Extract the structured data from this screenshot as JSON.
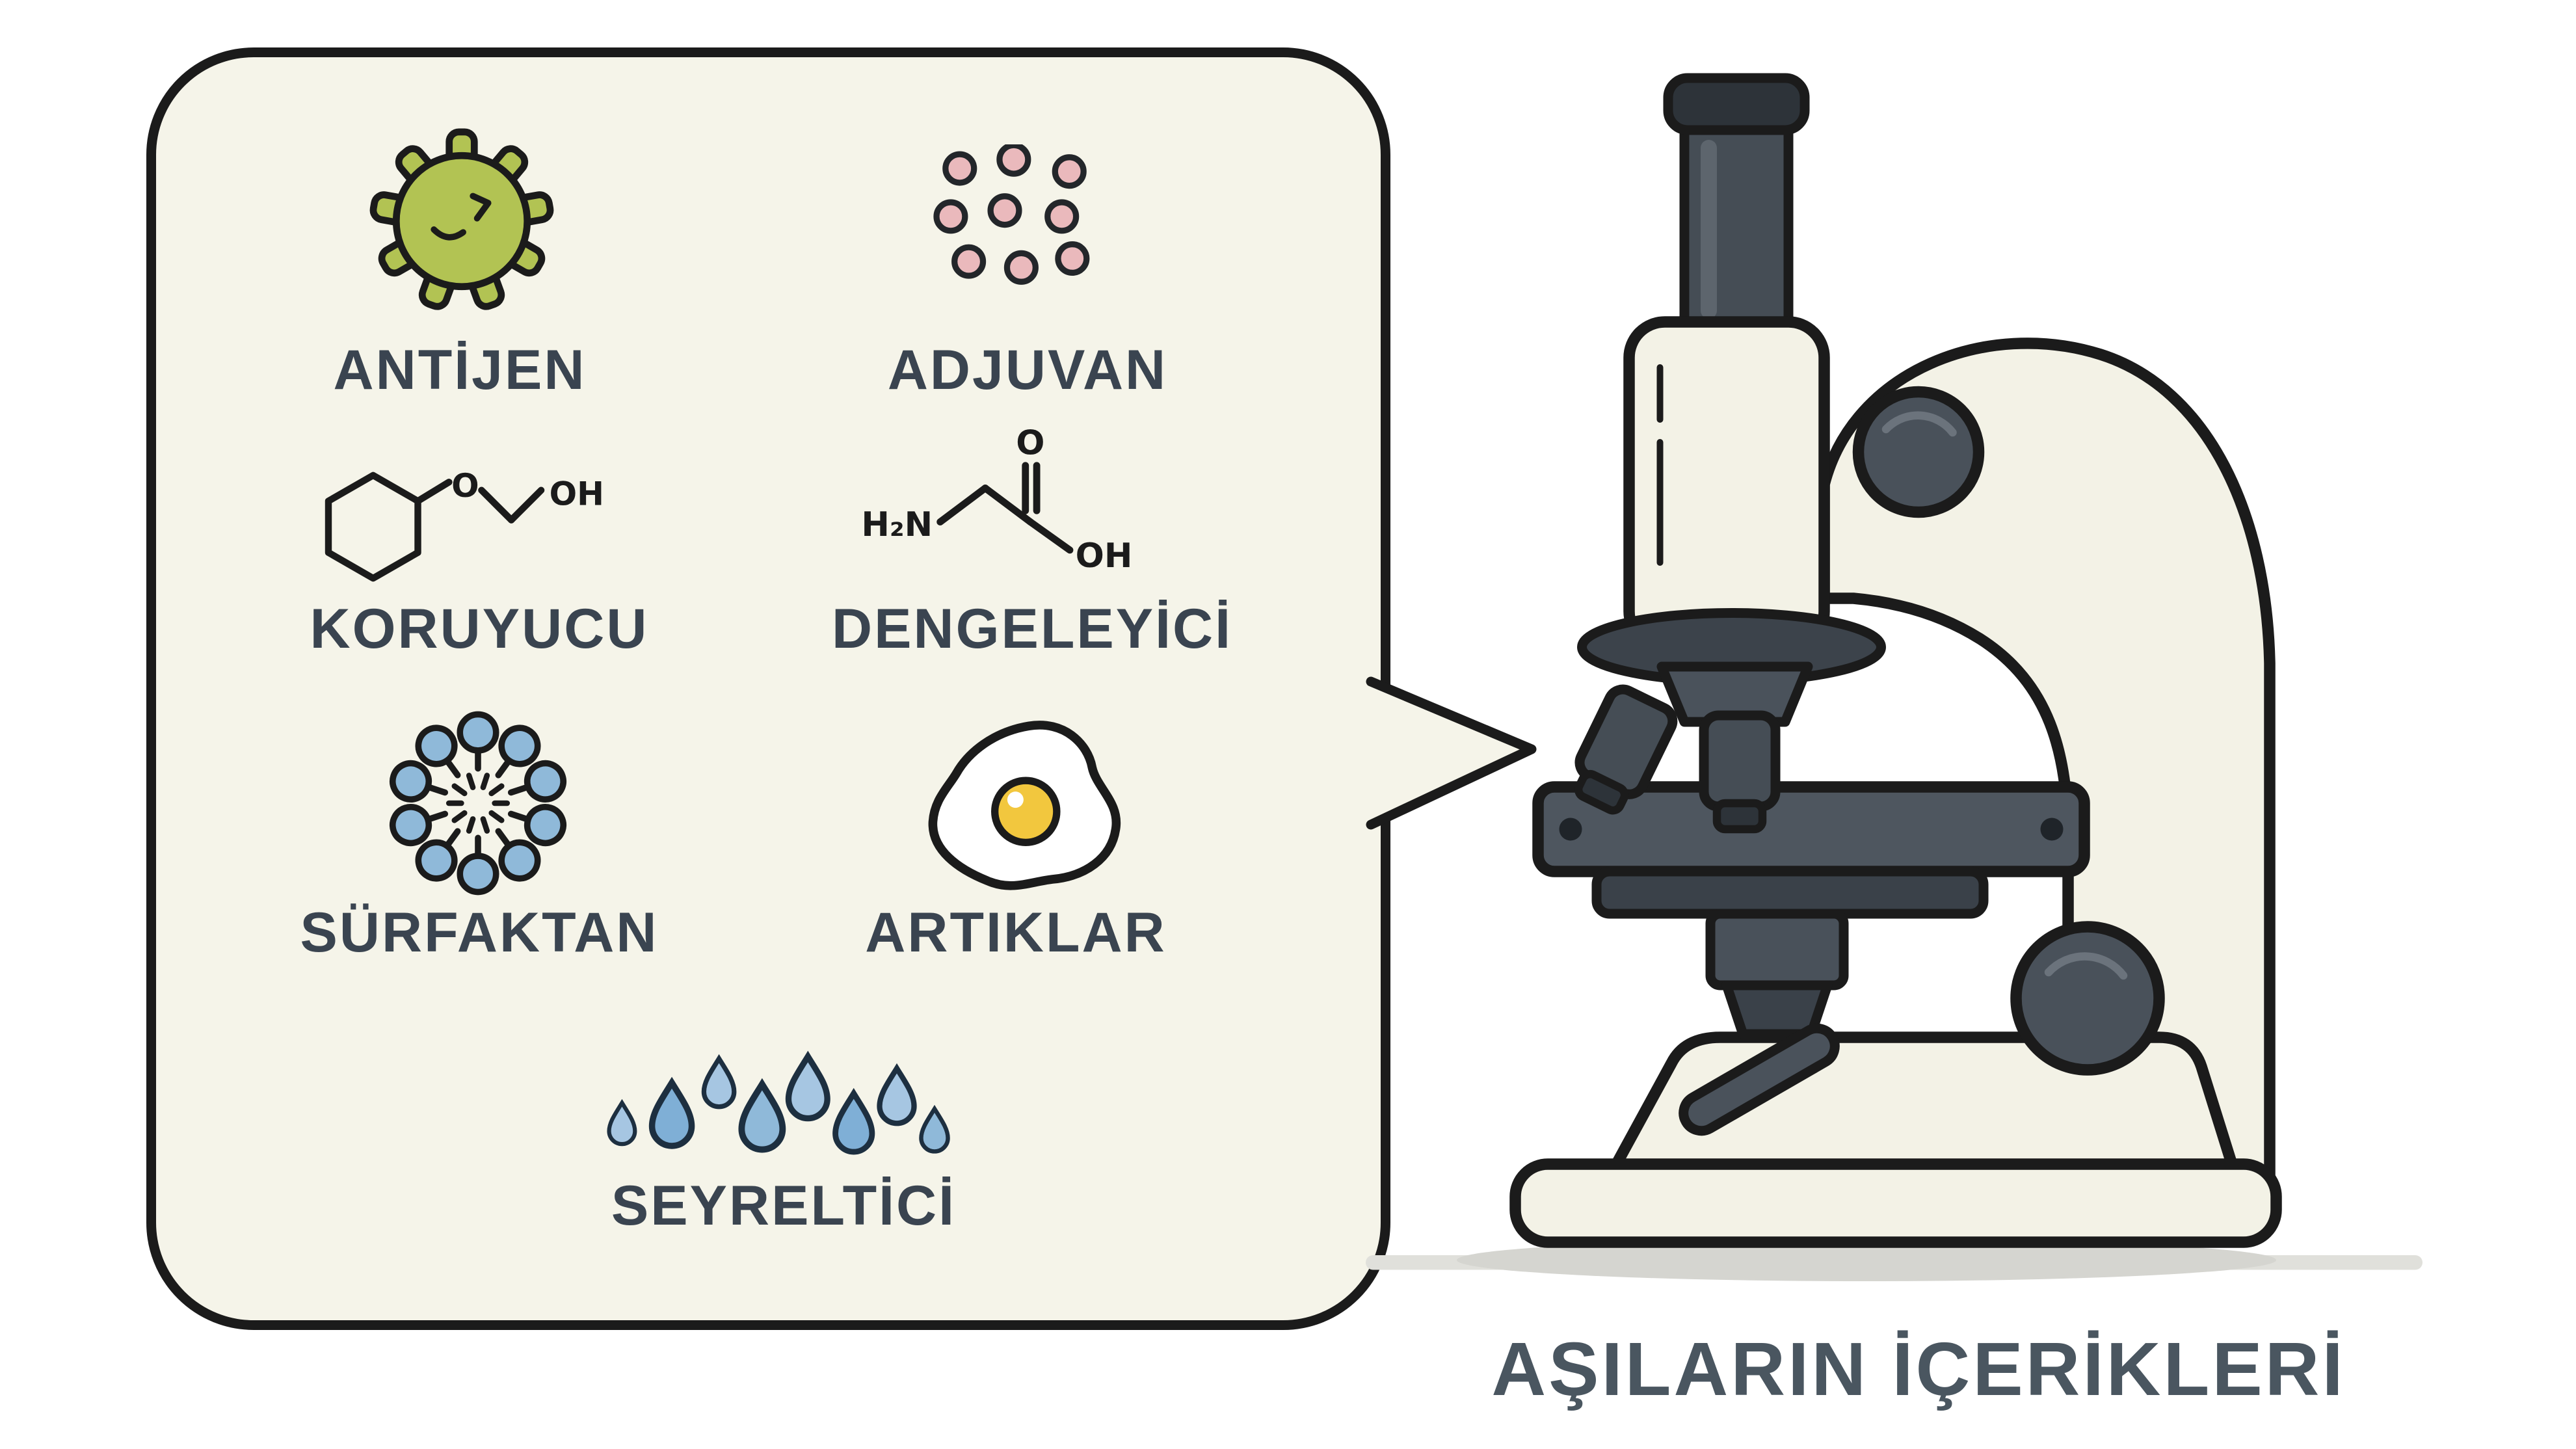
{
  "title": "AŞILARIN İÇERİKLERİ",
  "items": [
    {
      "id": "antijen",
      "label": "ANTİJEN",
      "icon": "virus-icon"
    },
    {
      "id": "adjuvan",
      "label": "ADJUVAN",
      "icon": "adjuvant-particles-icon"
    },
    {
      "id": "koruyucu",
      "label": "KORUYUCU",
      "icon": "phenoxyethanol-structure-icon"
    },
    {
      "id": "dengeleyici",
      "label": "DENGELEYİCİ",
      "icon": "glycine-structure-icon"
    },
    {
      "id": "surfaktan",
      "label": "SÜRFAKTAN",
      "icon": "surfactant-burst-icon"
    },
    {
      "id": "artiklar",
      "label": "ARTIKLAR",
      "icon": "fried-egg-icon"
    },
    {
      "id": "seyreltici",
      "label": "SEYRELTİCİ",
      "icon": "water-drops-icon"
    }
  ],
  "chem_labels": {
    "koruyucu": {
      "o": "O",
      "oh": "OH"
    },
    "dengeleyici": {
      "h2n": "H₂N",
      "o": "O",
      "oh": "OH"
    }
  },
  "colors": {
    "background": "#ffffff",
    "bubble-fill": "#f5f4e9",
    "outline": "#1b1b1b",
    "label-text": "#3a4450",
    "title-text": "#4a5660",
    "antigen-green": "#b2c353",
    "adjuvant-pink": "#eab9bc",
    "surfactant-blue": "#8fb9d9",
    "drop-light": "#a6c6e2",
    "drop-dark": "#7fafd6",
    "egg-yolk": "#f2c73e",
    "microscope-cream": "#f3f2e6",
    "microscope-dark": "#49515a"
  }
}
